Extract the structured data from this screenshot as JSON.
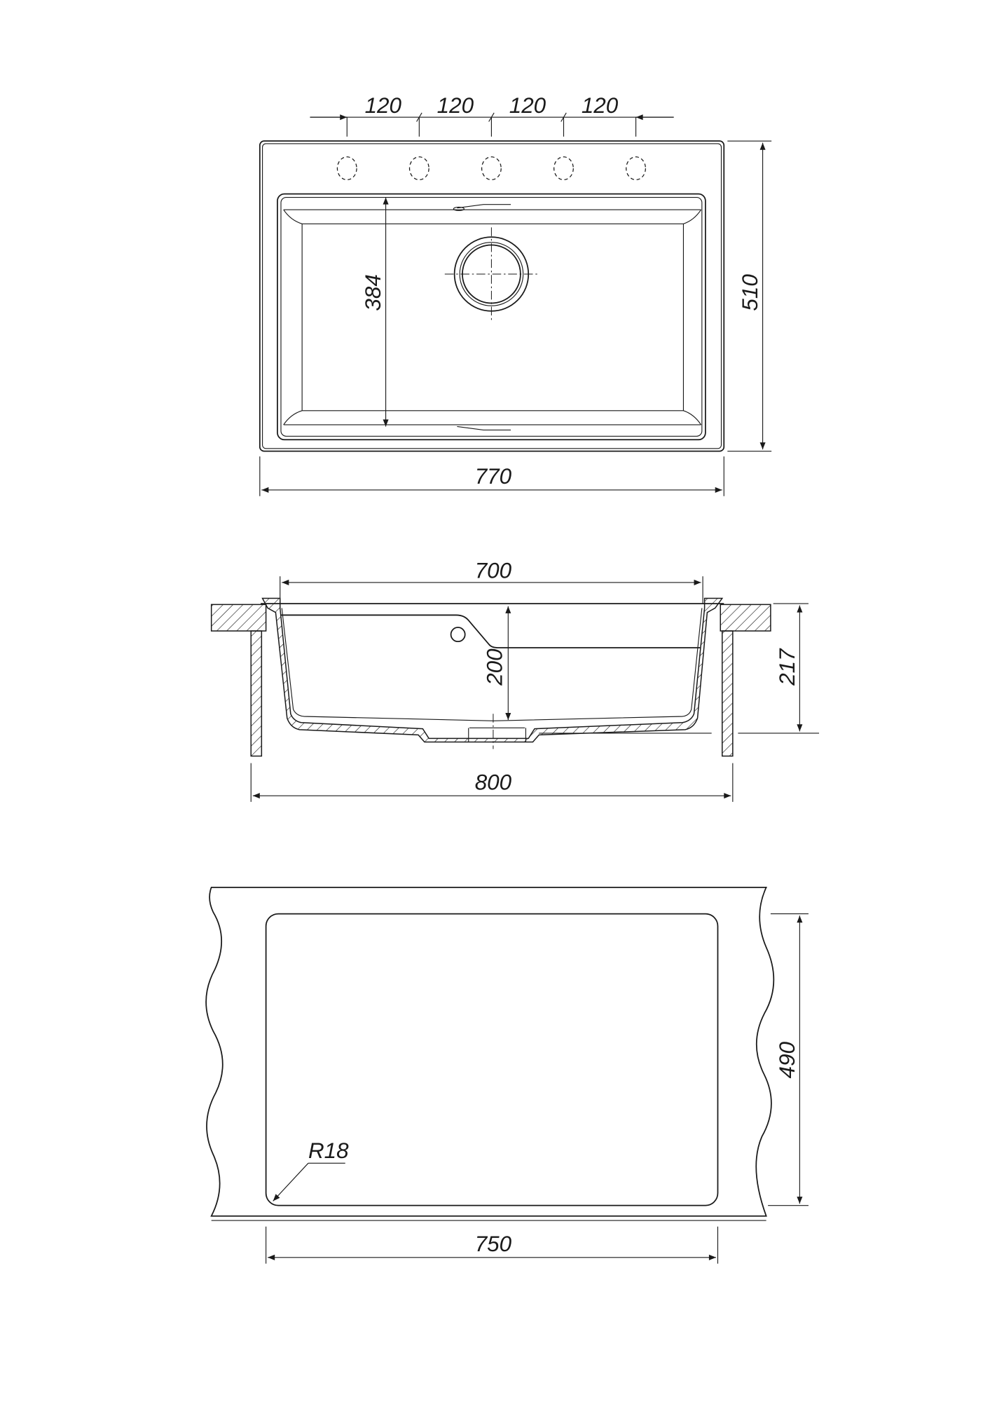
{
  "title": "Sink dimension drawing",
  "top_view": {
    "tap_hole_spacing": [
      "120",
      "120",
      "120",
      "120"
    ],
    "bowl_length": "384",
    "overall_depth": "510",
    "overall_width": "770"
  },
  "section_view": {
    "bowl_width": "700",
    "bowl_depth": "200",
    "total_height": "217",
    "cabinet_width": "800"
  },
  "cutout_view": {
    "corner_radius": "R18",
    "cutout_depth": "490",
    "cutout_width": "750"
  }
}
